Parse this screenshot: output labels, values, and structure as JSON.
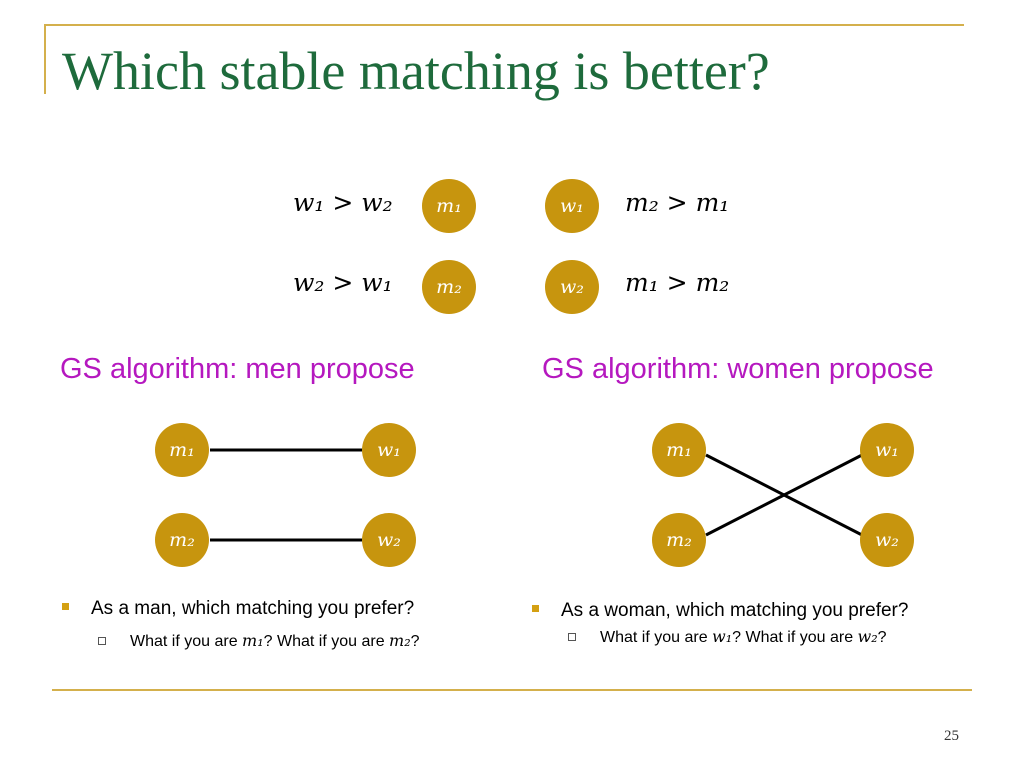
{
  "slide": {
    "title": "Which stable matching is better?",
    "page_number": "25"
  },
  "preferences": {
    "m1": "w₁ > w₂",
    "m2": "w₂ > w₁",
    "w1": "m₂ > m₁",
    "w2": "m₁ > m₂"
  },
  "node_labels": {
    "m1": "m₁",
    "m2": "m₂",
    "w1": "w₁",
    "w2": "w₂"
  },
  "gs": {
    "men_propose": "GS algorithm: men propose",
    "women_propose": "GS algorithm: women propose"
  },
  "bullets": {
    "left": {
      "main": "As a man, which matching you prefer?",
      "sub_a": "What if you are ",
      "sub_var1": "m₁",
      "sub_b": "? What if you are ",
      "sub_var2": "m₂",
      "sub_c": "?"
    },
    "right": {
      "main": "As a woman, which matching you prefer?",
      "sub_a": "What if you are ",
      "sub_var1": "w₁",
      "sub_b": "? What if you are ",
      "sub_var2": "w₂",
      "sub_c": "?"
    }
  },
  "colors": {
    "node_fill": "#c7950e",
    "title": "#1e6b3c",
    "gs_text": "#b518bf",
    "rule": "#d4b04c"
  }
}
